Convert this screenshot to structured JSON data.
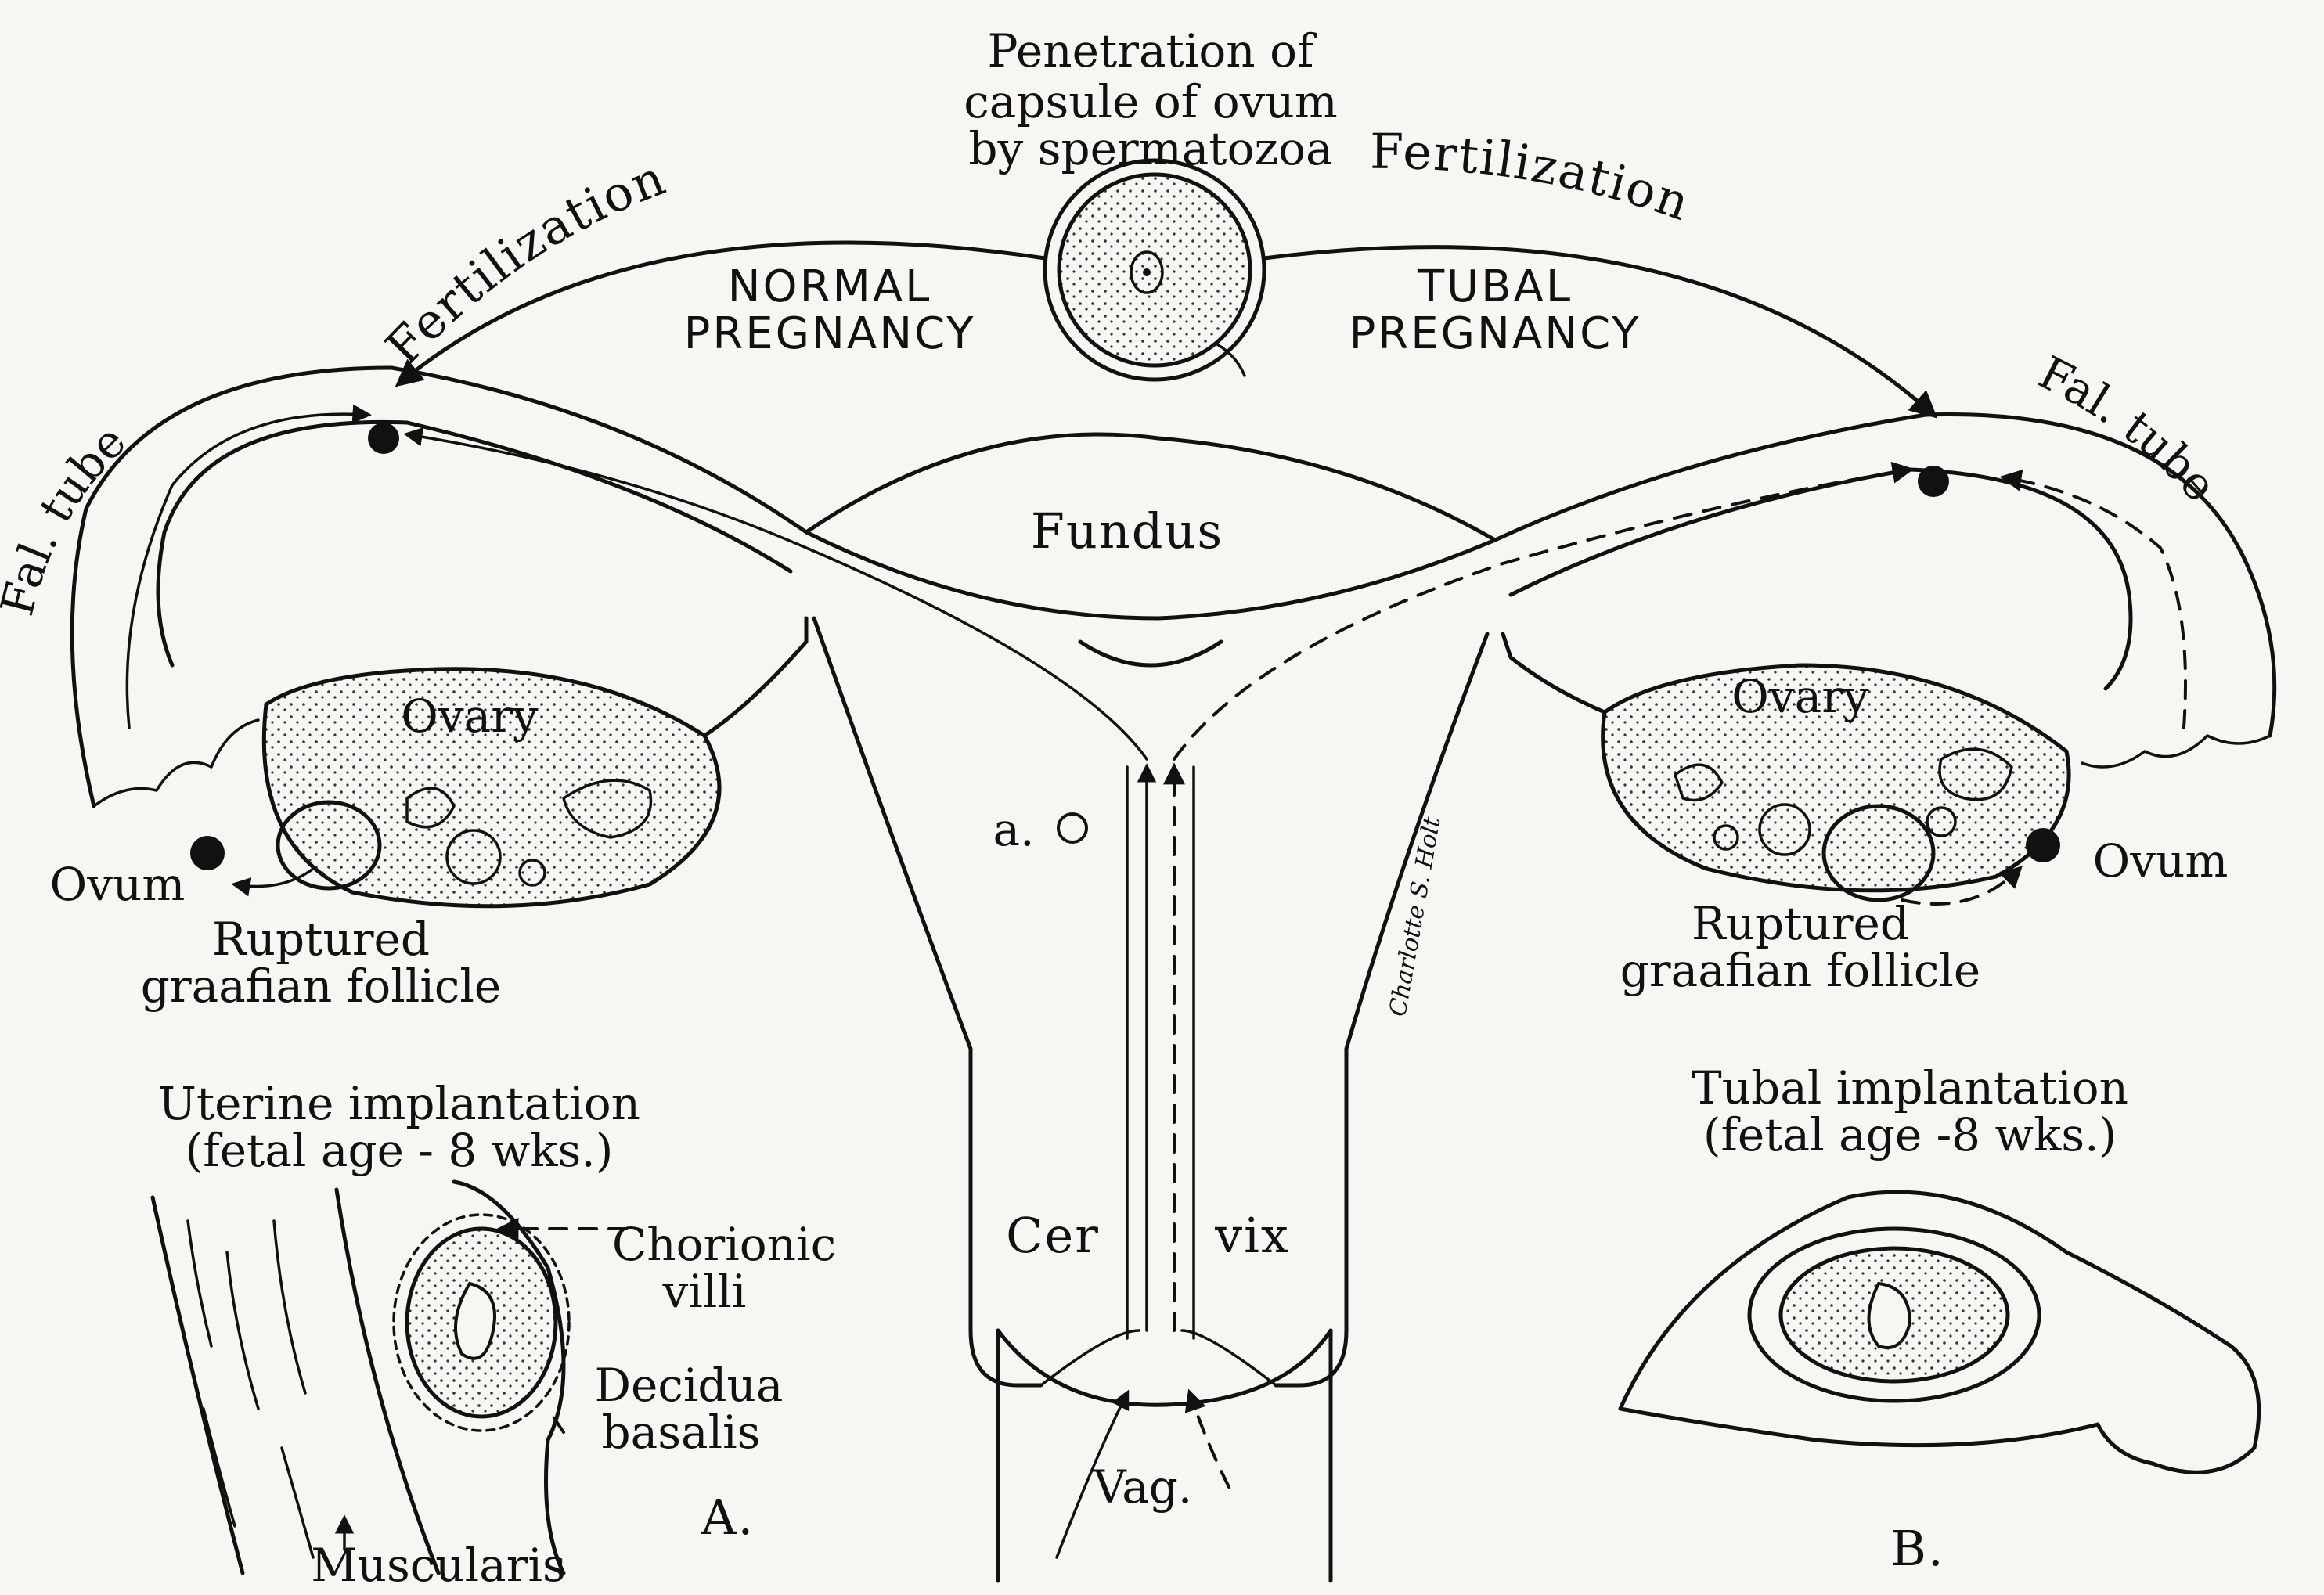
{
  "header": {
    "line1": "Penetration of",
    "line2": "capsule of ovum",
    "line3": "by spermatozoa"
  },
  "arcs": {
    "left": "Fertilization",
    "right": "Fertilization"
  },
  "pregnancy": {
    "normal_1": "NORMAL",
    "normal_2": "PREGNANCY",
    "tubal_1": "TUBAL",
    "tubal_2": "PREGNANCY"
  },
  "uterus": {
    "fundus": "Fundus",
    "cervix_a": "Cer",
    "cervix_b": "vix",
    "vagina": "Vag.",
    "marker_a": "a."
  },
  "left_side": {
    "tube": "Fal. tube",
    "ovary": "Ovary",
    "ovum": "Ovum",
    "follicle_1": "Ruptured",
    "follicle_2": "graafian follicle"
  },
  "right_side": {
    "tube": "Fal. tube",
    "ovary": "Ovary",
    "ovum": "Ovum",
    "follicle_1": "Ruptured",
    "follicle_2": "graafian follicle"
  },
  "signature": "Charlotte S. Holt",
  "panel_a": {
    "title_1": "Uterine implantation",
    "title_2": "(fetal age - 8 wks.)",
    "chorionic_1": "Chorionic",
    "chorionic_2": "villi",
    "decidua_1": "Decidua",
    "decidua_2": "basalis",
    "muscularis": "Muscularis",
    "letter": "A."
  },
  "panel_b": {
    "title_1": "Tubal implantation",
    "title_2": "(fetal age -8 wks.)",
    "letter": "B."
  }
}
